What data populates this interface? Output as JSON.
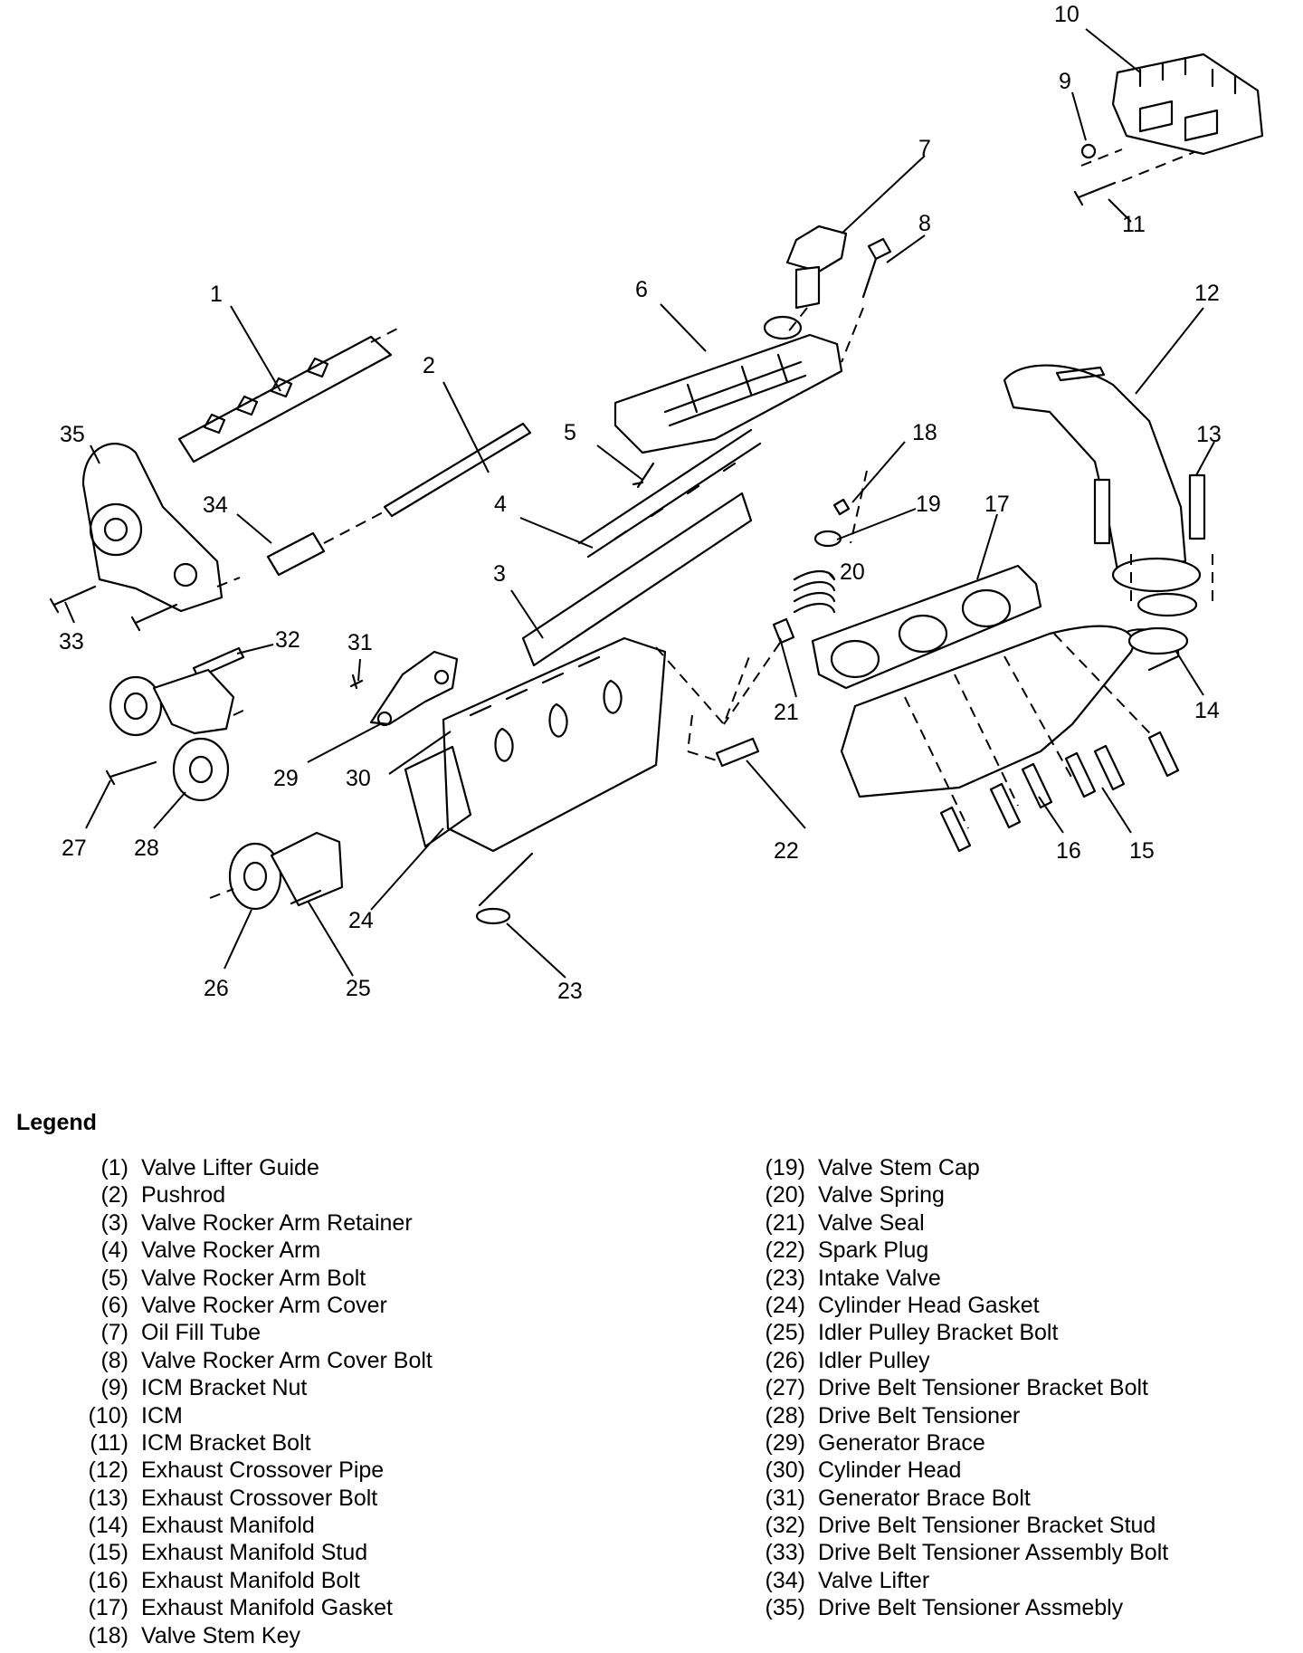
{
  "legend_title": "Legend",
  "callouts": [
    "1",
    "2",
    "3",
    "4",
    "5",
    "6",
    "7",
    "8",
    "9",
    "10",
    "11",
    "12",
    "13",
    "14",
    "15",
    "16",
    "17",
    "18",
    "19",
    "20",
    "21",
    "22",
    "23",
    "24",
    "25",
    "26",
    "27",
    "28",
    "29",
    "30",
    "31",
    "32",
    "33",
    "34",
    "35"
  ],
  "legend_left": [
    {
      "num": "(1)",
      "name": "Valve Lifter Guide"
    },
    {
      "num": "(2)",
      "name": "Pushrod"
    },
    {
      "num": "(3)",
      "name": "Valve Rocker Arm Retainer"
    },
    {
      "num": "(4)",
      "name": "Valve Rocker Arm"
    },
    {
      "num": "(5)",
      "name": "Valve Rocker Arm Bolt"
    },
    {
      "num": "(6)",
      "name": "Valve Rocker Arm Cover"
    },
    {
      "num": "(7)",
      "name": "Oil Fill Tube"
    },
    {
      "num": "(8)",
      "name": "Valve Rocker Arm Cover Bolt"
    },
    {
      "num": "(9)",
      "name": "ICM Bracket Nut"
    },
    {
      "num": "(10)",
      "name": "ICM"
    },
    {
      "num": "(11)",
      "name": "ICM Bracket Bolt"
    },
    {
      "num": "(12)",
      "name": "Exhaust Crossover Pipe"
    },
    {
      "num": "(13)",
      "name": "Exhaust Crossover Bolt"
    },
    {
      "num": "(14)",
      "name": "Exhaust Manifold"
    },
    {
      "num": "(15)",
      "name": "Exhaust Manifold Stud"
    },
    {
      "num": "(16)",
      "name": "Exhaust Manifold Bolt"
    },
    {
      "num": "(17)",
      "name": "Exhaust Manifold Gasket"
    },
    {
      "num": "(18)",
      "name": "Valve Stem Key"
    }
  ],
  "legend_right": [
    {
      "num": "(19)",
      "name": "Valve Stem Cap"
    },
    {
      "num": "(20)",
      "name": "Valve Spring"
    },
    {
      "num": "(21)",
      "name": "Valve Seal"
    },
    {
      "num": "(22)",
      "name": "Spark Plug"
    },
    {
      "num": "(23)",
      "name": "Intake Valve"
    },
    {
      "num": "(24)",
      "name": "Cylinder Head Gasket"
    },
    {
      "num": "(25)",
      "name": "Idler Pulley Bracket Bolt"
    },
    {
      "num": "(26)",
      "name": "Idler Pulley"
    },
    {
      "num": "(27)",
      "name": "Drive Belt Tensioner Bracket Bolt"
    },
    {
      "num": "(28)",
      "name": "Drive Belt Tensioner"
    },
    {
      "num": "(29)",
      "name": "Generator Brace"
    },
    {
      "num": "(30)",
      "name": "Cylinder Head"
    },
    {
      "num": "(31)",
      "name": "Generator Brace Bolt"
    },
    {
      "num": "(32)",
      "name": "Drive Belt Tensioner Bracket Stud"
    },
    {
      "num": "(33)",
      "name": "Drive Belt Tensioner Assembly Bolt"
    },
    {
      "num": "(34)",
      "name": "Valve Lifter"
    },
    {
      "num": "(35)",
      "name": "Drive Belt Tensioner Assmebly"
    }
  ]
}
